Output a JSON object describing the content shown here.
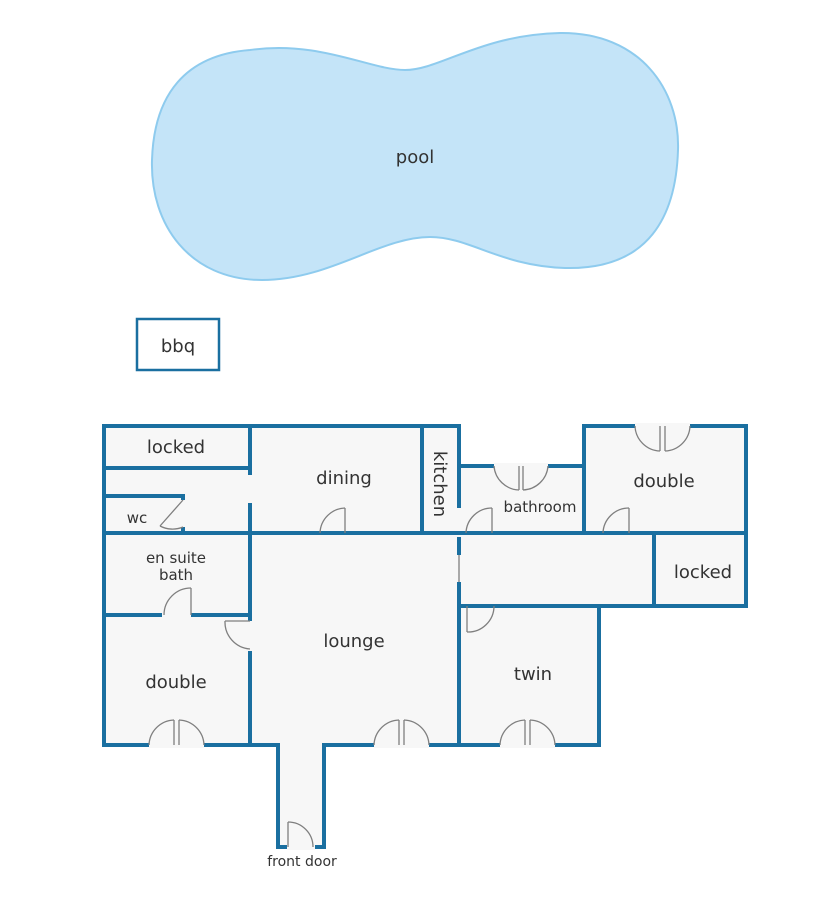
{
  "labels": {
    "pool": "pool",
    "bbq": "bbq",
    "locked_top": "locked",
    "dining": "dining",
    "kitchen": "kitchen",
    "bathroom": "bathroom",
    "double_right": "double",
    "wc": "wc",
    "en_suite_line1": "en suite",
    "en_suite_line2": "bath",
    "locked_right": "locked",
    "lounge": "lounge",
    "double_left": "double",
    "twin": "twin",
    "front_door": "front door"
  },
  "colors": {
    "wall": "#1a6fa0",
    "floor": "#f7f7f7",
    "pool_fill": "#c4e4f8",
    "pool_stroke": "#8ecbee",
    "door": "#7f7f7f",
    "text": "#333333"
  }
}
